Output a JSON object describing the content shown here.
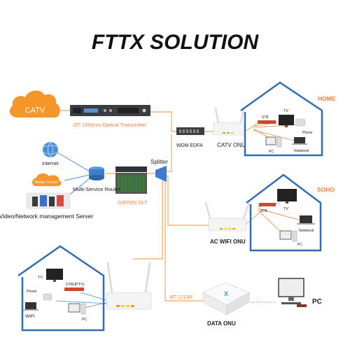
{
  "title": "FTTX SOLUTION",
  "labels": {
    "catv": "CATV",
    "transmitter": "OT-1550nm Optical Transmitter",
    "edfa": "WDM EDFA",
    "catv_onu": "CATV ONU",
    "splitter": "Splitter",
    "olt": "G/EPON OLT",
    "router": "Multi-Service Router",
    "internet": "Internet",
    "media_center": "Media Center",
    "server": "Video/Network management Server",
    "ac_wifi_onu": "AC WIFI ONU",
    "bt_model": "BT-121XR",
    "data_onu": "DATA ONU",
    "pc_big": "PC"
  },
  "home": {
    "title": "HOME",
    "stb": "STB",
    "tv": "TV",
    "phone": "Phone",
    "pc": "PC",
    "notebook": "Notebook"
  },
  "soho": {
    "title": "SOHO",
    "stb": "STB",
    "tv": "TV",
    "notebook": "Notebook",
    "pc": "PC"
  },
  "office": {
    "tv": "TV",
    "stb": "STB(IPTV)",
    "phone": "Phone",
    "wifi": "WIFI",
    "pc": "PC"
  },
  "colors": {
    "fiber": "#f2a65a",
    "lan": "#4a90d9",
    "house": "#2f6db5",
    "catv_orange": "#f5962b",
    "title": "#111111"
  }
}
